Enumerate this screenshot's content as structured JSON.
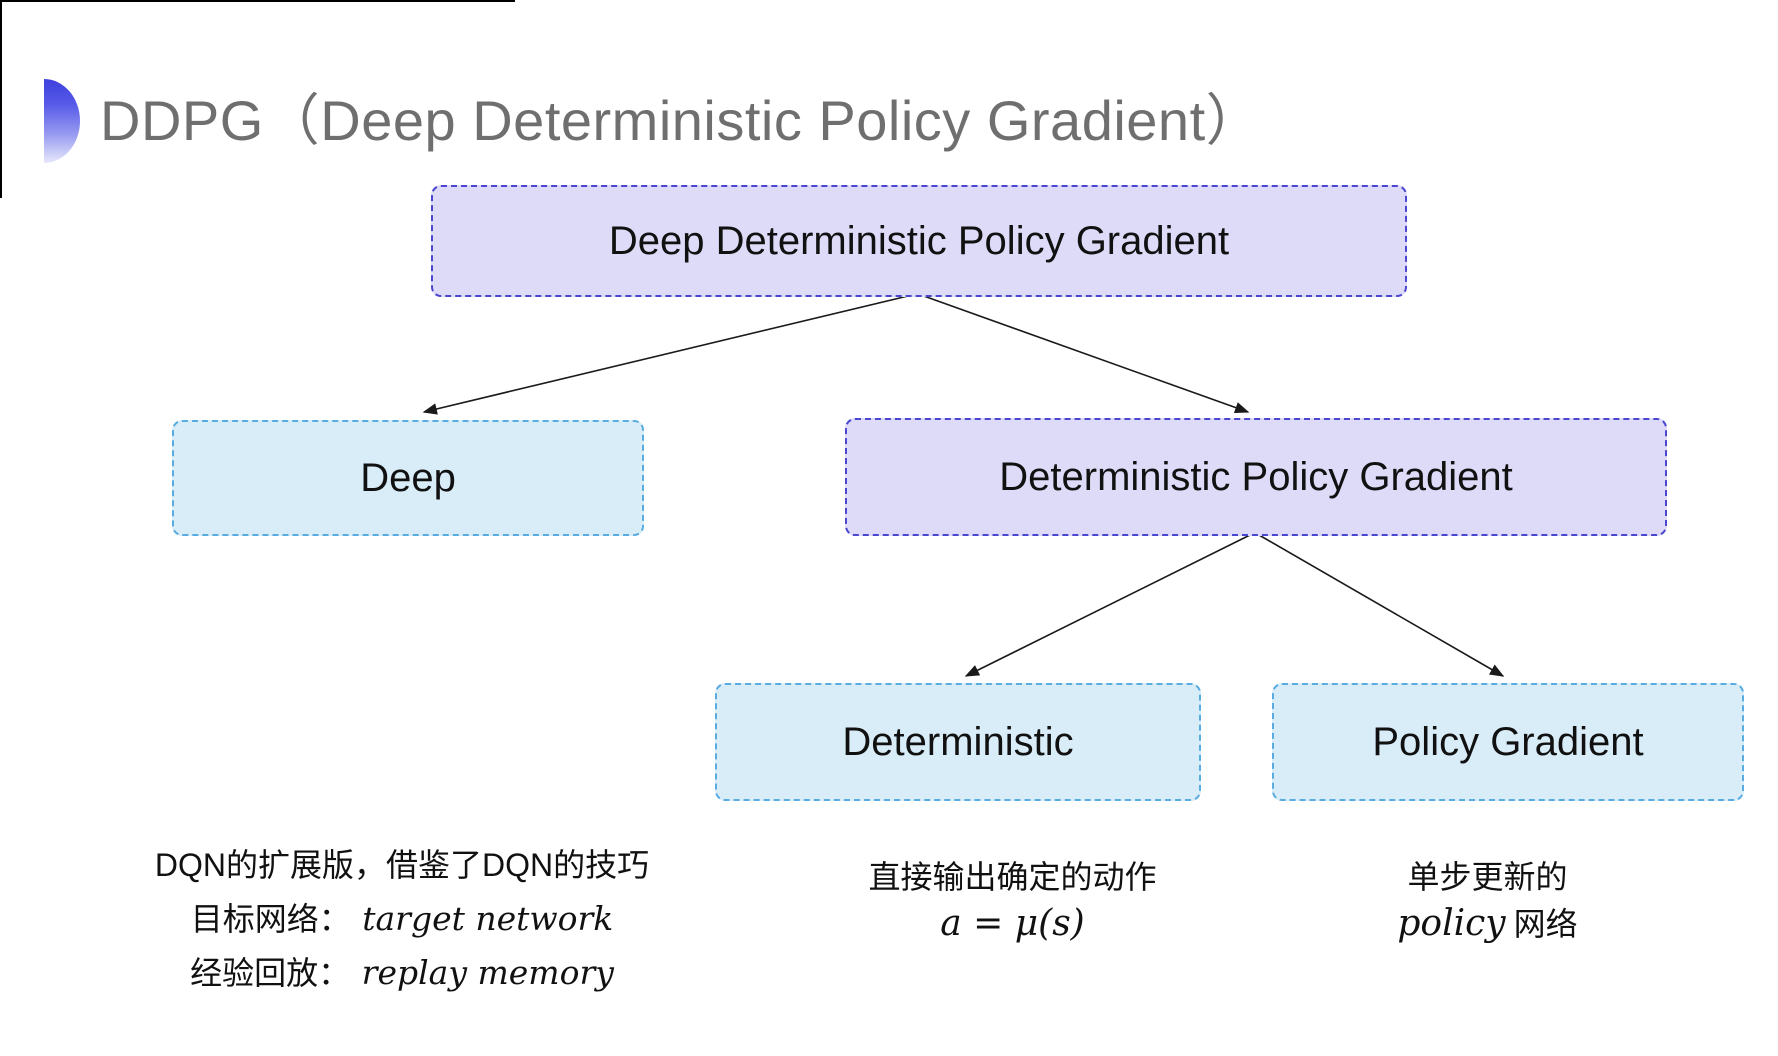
{
  "title": {
    "text": "DDPG（Deep Deterministic Policy Gradient）"
  },
  "colors": {
    "purple_fill": "#dedbf8",
    "purple_border": "#4a46cf",
    "blue_fill": "#d9edf9",
    "blue_border": "#58ace0",
    "title_gray": "#6f6f6f",
    "arrow": "#1a1a1a",
    "bullet_blue": "#3d40dc"
  },
  "diagram": {
    "nodes": [
      {
        "id": "ddpg",
        "label": "Deep Deterministic Policy Gradient",
        "style": "purple"
      },
      {
        "id": "deep",
        "label": "Deep",
        "style": "blue"
      },
      {
        "id": "dpg",
        "label": "Deterministic Policy Gradient",
        "style": "purple"
      },
      {
        "id": "deterministic",
        "label": "Deterministic",
        "style": "blue"
      },
      {
        "id": "policy-gradient",
        "label": "Policy Gradient",
        "style": "blue"
      }
    ],
    "edges": [
      {
        "from": "ddpg",
        "to": "deep"
      },
      {
        "from": "ddpg",
        "to": "dpg"
      },
      {
        "from": "dpg",
        "to": "deterministic"
      },
      {
        "from": "dpg",
        "to": "policy-gradient"
      }
    ]
  },
  "notes": {
    "left": {
      "line1": "DQN的扩展版，借鉴了DQN的技巧",
      "line2_label": "目标网络：",
      "line2_value": "target network",
      "line3_label": "经验回放：",
      "line3_value": "replay memory"
    },
    "middle": {
      "line1": "直接输出确定的动作",
      "formula": "a = μ(s)"
    },
    "right": {
      "line1": "单步更新的",
      "line2_italic": "policy",
      "line2_text": "网络"
    }
  }
}
